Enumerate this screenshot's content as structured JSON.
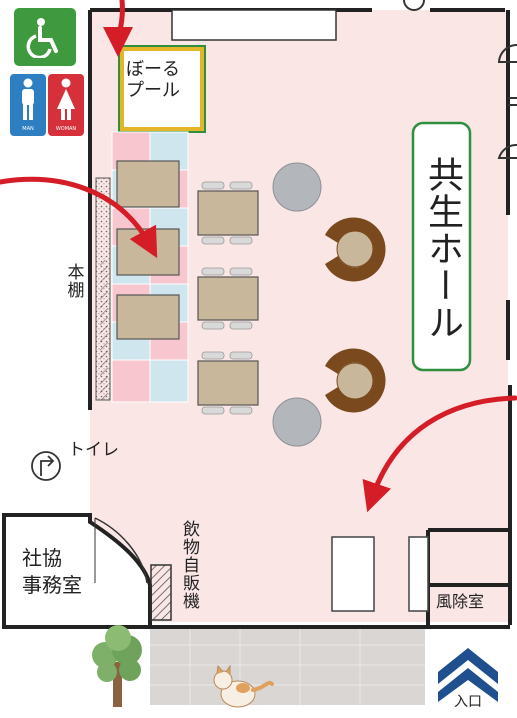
{
  "signs": {
    "accessible": "wheelchair-icon",
    "men_icon": "man-icon",
    "women_icon": "woman-icon",
    "men_caption": "MAN",
    "women_caption": "WOMAN"
  },
  "rooms": {
    "ball_pool": "ぼーる\nプール",
    "hall_name": "共生ホール",
    "bookshelf": "本棚",
    "toilet": "トイレ",
    "shakyo_office": "社協\n事務室",
    "vending_machine": "飲物自販機",
    "windbreak_room": "風除室",
    "entrance": "入口"
  },
  "colors": {
    "floor": "#f9e6e5",
    "wall": "#222222",
    "table": "#c9b79b",
    "chair": "#d9d9d9",
    "stool_gray": "#b3b6ba",
    "sofa_brown": "#7a4a1e",
    "arrow_red": "#d51d27",
    "hall_border": "#2f8f3e",
    "pool_border": "#e3b62a",
    "sign_green": "#3f9a3f",
    "sign_blue": "#2d7fc1",
    "sign_red": "#d6303a",
    "entrance_blue": "#1f4f8f"
  }
}
